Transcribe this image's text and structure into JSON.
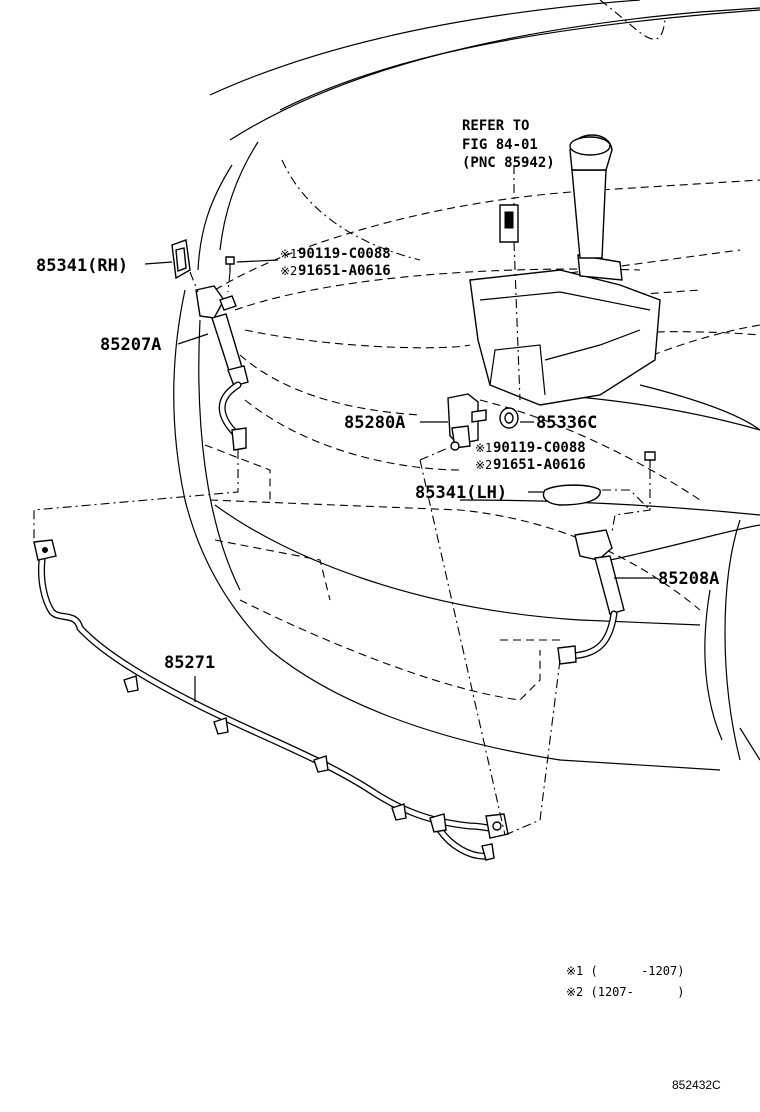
{
  "parts": {
    "p85341_rh": "85341(RH)",
    "p85207a": "85207A",
    "p85280a": "85280A",
    "p85336c": "85336C",
    "p85341_lh": "85341(LH)",
    "p85208a": "85208A",
    "p85271": "85271"
  },
  "fasteners_top": {
    "line1_mark": "※1",
    "line1_code": "90119-C0088",
    "line2_mark": "※2",
    "line2_code": "91651-A0616"
  },
  "fasteners_mid": {
    "line1_mark": "※1",
    "line1_code": "90119-C0088",
    "line2_mark": "※2",
    "line2_code": "91651-A0616"
  },
  "refer": {
    "line1": "REFER TO",
    "line2": "FIG 84-01",
    "line3": "(PNC 85942)"
  },
  "footnotes": {
    "note1": "※1 (      -1207)",
    "note2": "※2 (1207-      )"
  },
  "diagram_code": "852432C"
}
